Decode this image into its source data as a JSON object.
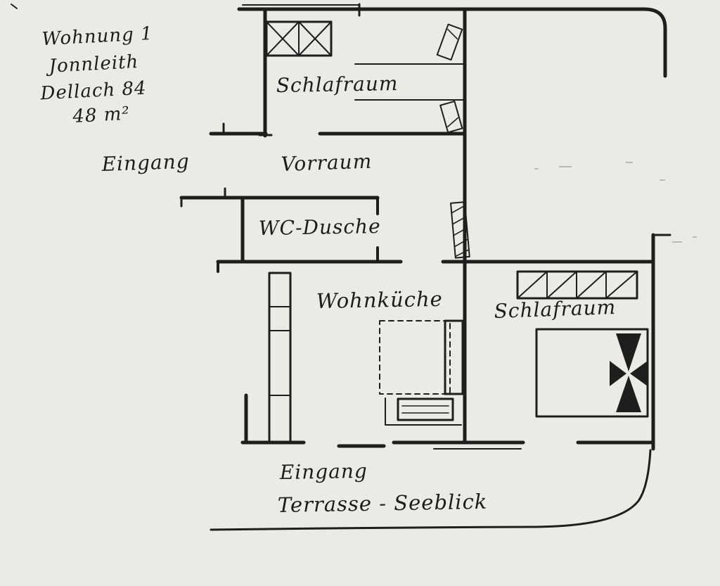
{
  "meta": {
    "kind": "hand-drawn apartment floor plan (scanned sketch)"
  },
  "title_block": {
    "lines": [
      "Wohnung 1",
      "Jonnleith",
      "Dellach 84",
      "48 m²"
    ]
  },
  "rooms": {
    "entrance_top": "Eingang",
    "bedroom_top": "Schlafraum",
    "hall": "Vorraum",
    "bathroom": "WC-Dusche",
    "kitchen_living": "Wohnküche",
    "bedroom_right": "Schlafraum",
    "entrance_bottom": "Eingang",
    "terrace": "Terrasse - Seeblick"
  },
  "colors": {
    "paper": "#eceae5",
    "ink": "#1e1e1c"
  }
}
